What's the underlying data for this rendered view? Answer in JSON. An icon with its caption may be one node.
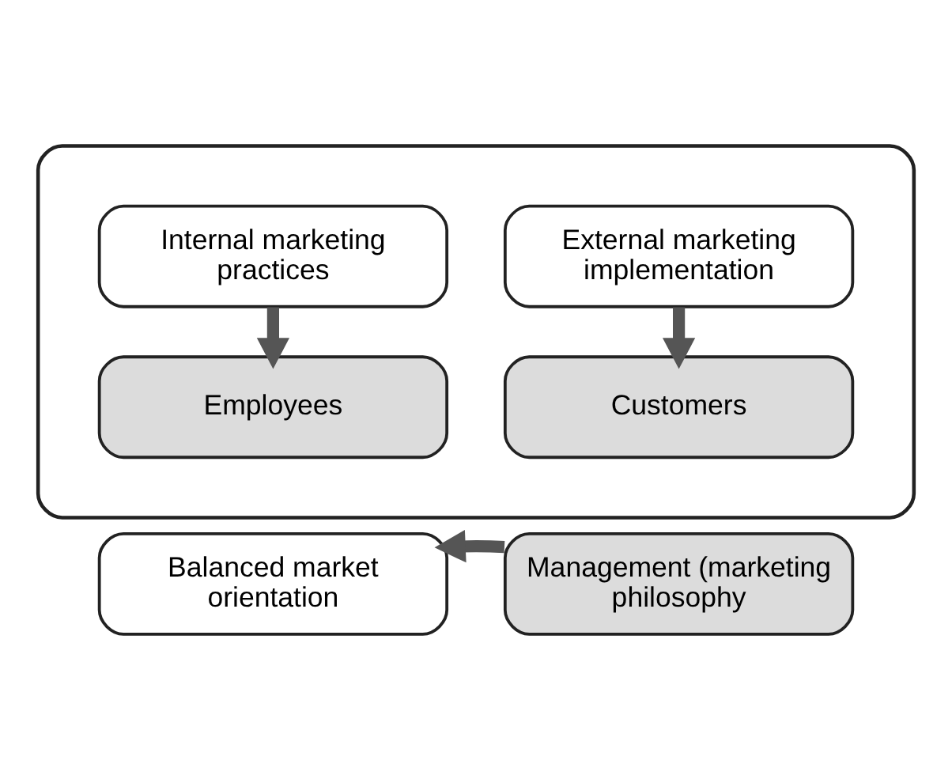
{
  "diagram": {
    "nodes": [
      {
        "text": [],
        "shape": "box"
      },
      {
        "text": [
          "Internal marketing practices"
        ],
        "in": 0
      },
      {
        "text": [
          "External marketing implementation"
        ],
        "in": 0
      },
      {
        "text": [
          "Employees"
        ],
        "in": 0
      },
      {
        "text": [
          "Customers"
        ],
        "in": 0
      },
      {
        "text": [
          "Balanced market orientation"
        ]
      },
      {
        "text": [
          "Management (marketing philosophy"
        ]
      }
    ],
    "edges": [
      {
        "from": 1,
        "to": 3,
        "arrow": "to"
      },
      {
        "from": 2,
        "to": 4,
        "arrow": "to"
      },
      {
        "from": 6,
        "to": 5,
        "arrow": "to"
      }
    ]
  }
}
